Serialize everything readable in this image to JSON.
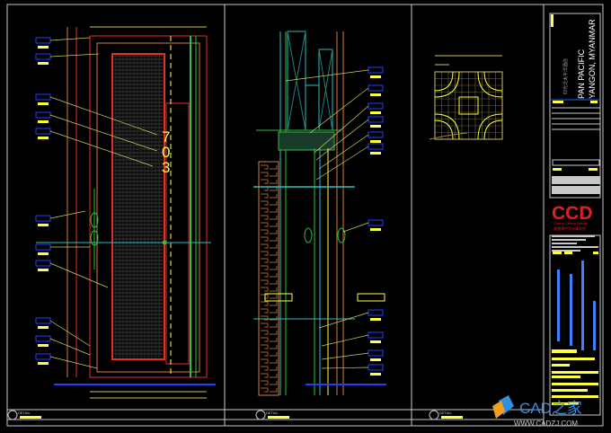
{
  "drawing": {
    "door_number": [
      "7",
      "0",
      "3"
    ],
    "detail_labels": [
      "DETAIL",
      "DETAIL",
      "DETAIL"
    ],
    "project_name_line1": "PAN PACIFIC",
    "project_name_line2": "YANGON, MYANMAR",
    "project_name_cn": "仰光泛太平洋酒店",
    "company_logo": "CCD",
    "company_sub": "Cheng Chung Design",
    "company_cn": "香港郑中设计事务所"
  },
  "watermark": {
    "brand": "CAD之家",
    "url": "WWW.CADZJ.COM"
  },
  "colors": {
    "background": "#000000",
    "frame": "#c8c8c8",
    "yellow": "#ffff40",
    "red": "#e03020",
    "orange": "#d08040",
    "green": "#30c040",
    "cyan": "#30c0c0",
    "blue": "#2040ff"
  }
}
